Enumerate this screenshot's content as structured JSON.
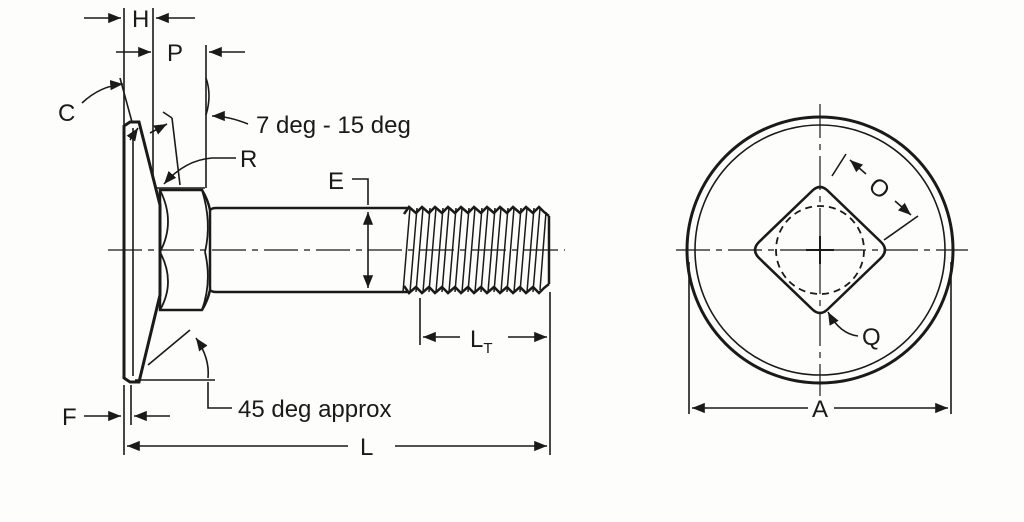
{
  "labels": {
    "H": "H",
    "P": "P",
    "C": "C",
    "R": "R",
    "E": "E",
    "taper": "7 deg - 15 deg",
    "LT_main": "L",
    "LT_sub": "T",
    "L": "L",
    "F": "F",
    "angle": "45 deg approx",
    "O": "O",
    "Q": "Q",
    "A": "A"
  },
  "colors": {
    "ink": "#1a1a1a",
    "paper": "#fdfdfb"
  }
}
